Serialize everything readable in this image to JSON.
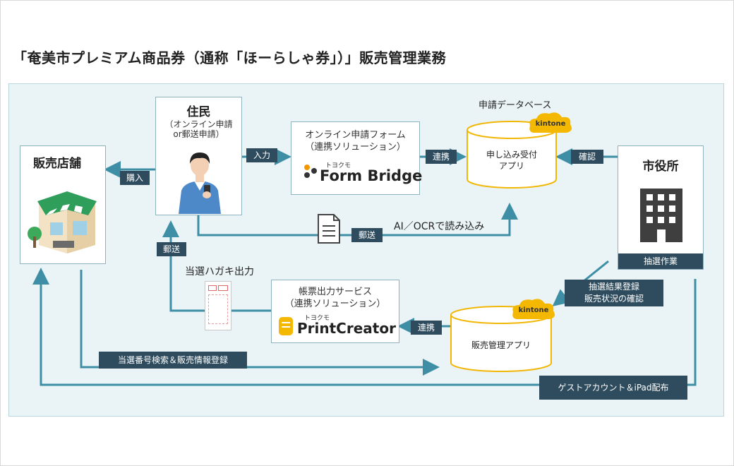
{
  "title": "「奄美市プレミアム商品券（通称「ほーらしゃ券」）」販売管理業務",
  "nodes": {
    "resident_title": "住民",
    "resident_sub1": "（オンライン申請",
    "resident_sub2": "or郵送申請）",
    "store_title": "販売店舗",
    "cityhall_title": "市役所",
    "cityhall_label": "抽選作業",
    "form_line1": "オンライン申請フォーム",
    "form_line2": "（連携ソリューション）",
    "form_brand_small": "トヨクモ",
    "form_brand": "Form Bridge",
    "print_line1": "帳票出力サービス",
    "print_line2": "（連携ソリューション）",
    "print_brand_small": "トヨクモ",
    "print_brand": "PrintCreator"
  },
  "databases": {
    "db1_caption": "申請データベース",
    "db1_line1": "申し込み受付",
    "db1_line2": "アプリ",
    "db2_line1": "販売管理アプリ",
    "kintone": "kintone"
  },
  "flow_labels": {
    "purchase": "購入",
    "input": "入力",
    "link1": "連携",
    "confirm": "確認",
    "mail1": "郵送",
    "ocr": "AI／OCRで読み込み",
    "mail2": "郵送",
    "postcard": "当選ハガキ出力",
    "link2": "連携",
    "result1": "抽選結果登録",
    "result2": "販売状況の確認",
    "search": "当選番号検索＆販売情報登録",
    "guest": "ゲストアカウント＆iPad配布"
  },
  "colors": {
    "label_bg": "#2e4c5e",
    "db_border": "#f2b705",
    "kintone": "#f5b800",
    "panel": "#eaf4f6",
    "brand_orange": "#f39800"
  },
  "icons": [
    "person-with-phone-icon",
    "store-building-icon",
    "office-building-icon",
    "document-icon",
    "postcard-icon"
  ]
}
